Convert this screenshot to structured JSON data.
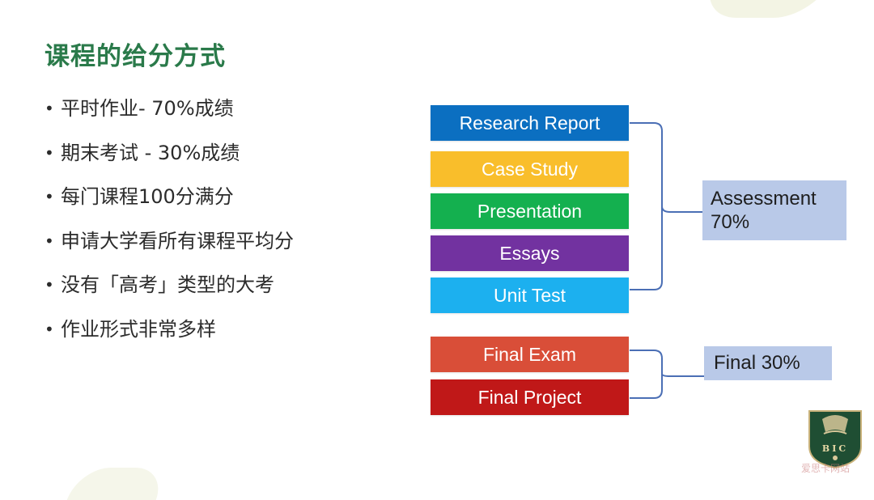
{
  "title": "课程的给分方式",
  "bullets": [
    "平时作业- 70%成绩",
    "期末考试 - 30%成绩",
    "每门课程100分满分",
    "申请大学看所有课程平均分",
    "没有「高考」类型的大考",
    "作业形式非常多样"
  ],
  "bullet_glyph": "•",
  "assessment_items": [
    {
      "label": "Research Report",
      "color": "#0b6fc1"
    },
    {
      "label": "Case Study",
      "color": "#f9be2b"
    },
    {
      "label": "Presentation",
      "color": "#14b04f"
    },
    {
      "label": "Essays",
      "color": "#7232a0"
    },
    {
      "label": "Unit Test",
      "color": "#1cb0ef"
    }
  ],
  "final_items": [
    {
      "label": "Final Exam",
      "color": "#d94e38"
    },
    {
      "label": "Final Project",
      "color": "#c01818"
    }
  ],
  "assessment_group": {
    "line1": "Assessment",
    "line2": "70%"
  },
  "final_group": {
    "label": "Final 30%"
  },
  "logo": {
    "text": "BIC"
  },
  "watermark": "爱思卡网站",
  "colors": {
    "title": "#2a7a4a",
    "group_box": "#b9c9e8",
    "connector": "#4b6fb5",
    "logo_bg": "#1f4e33"
  }
}
